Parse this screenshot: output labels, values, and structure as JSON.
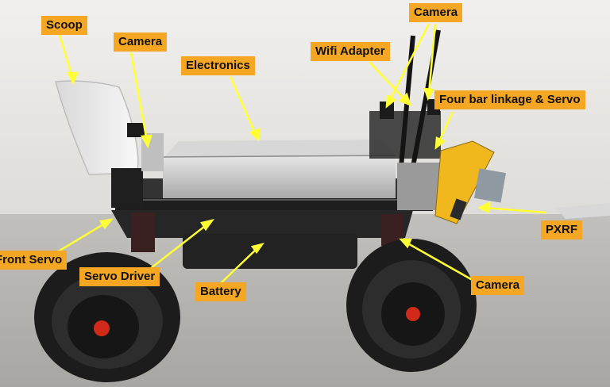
{
  "labels": {
    "scoop": "Scoop",
    "camera_top_left": "Camera",
    "electronics": "Electronics",
    "wifi_adapter": "Wifi Adapter",
    "camera_top_right": "Camera",
    "four_bar": "Four bar linkage & Servo",
    "pxrf": "PXRF",
    "front_servo": "Front Servo",
    "servo_driver": "Servo Driver",
    "battery": "Battery",
    "camera_bottom": "Camera"
  },
  "colors": {
    "label_bg": "#f5a623",
    "arrow": "#ffff33",
    "wall": "#ecebe8",
    "floor": "#b8b6b2",
    "tire": "#1c1c1c",
    "hub_red": "#d22a1a",
    "chassis": "#2a2a2a",
    "enclosure": "#c9c9c9",
    "pxrf_yellow": "#f0b81c"
  }
}
